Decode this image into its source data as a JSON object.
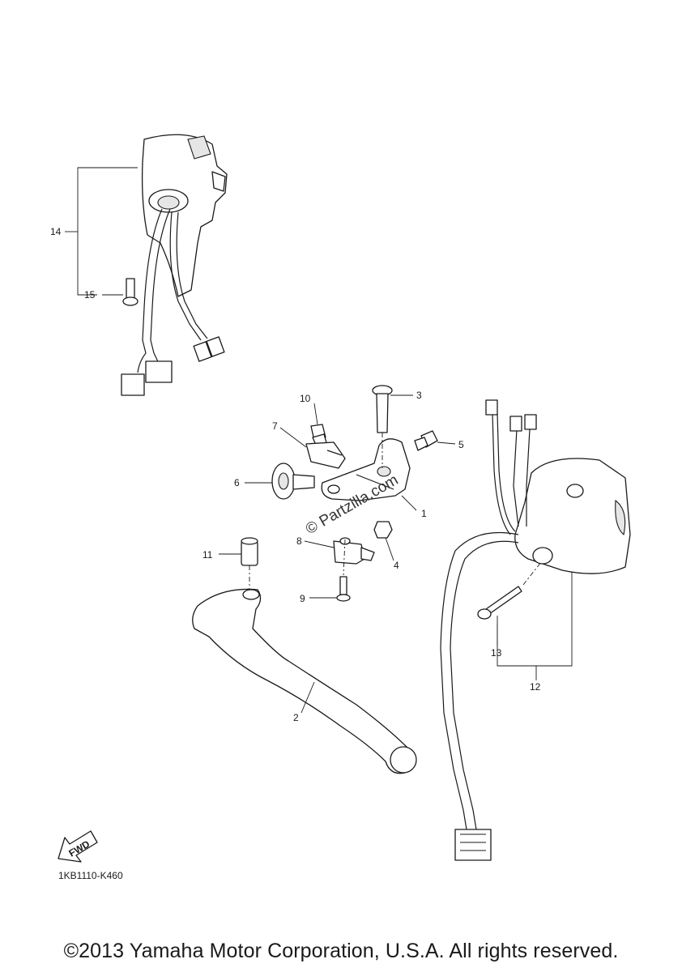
{
  "callouts": {
    "c1": "1",
    "c2": "2",
    "c3": "3",
    "c4": "4",
    "c5": "5",
    "c6": "6",
    "c7": "7",
    "c8": "8",
    "c9": "9",
    "c10": "10",
    "c11": "11",
    "c12": "12",
    "c13": "13",
    "c14": "14",
    "c15": "15"
  },
  "watermark": "© Partzilla.com",
  "fwd_label": "FWD",
  "diagram_code": "1KB1110-K460",
  "copyright": "©2013 Yamaha Motor Corporation, U.S.A. All rights reserved."
}
